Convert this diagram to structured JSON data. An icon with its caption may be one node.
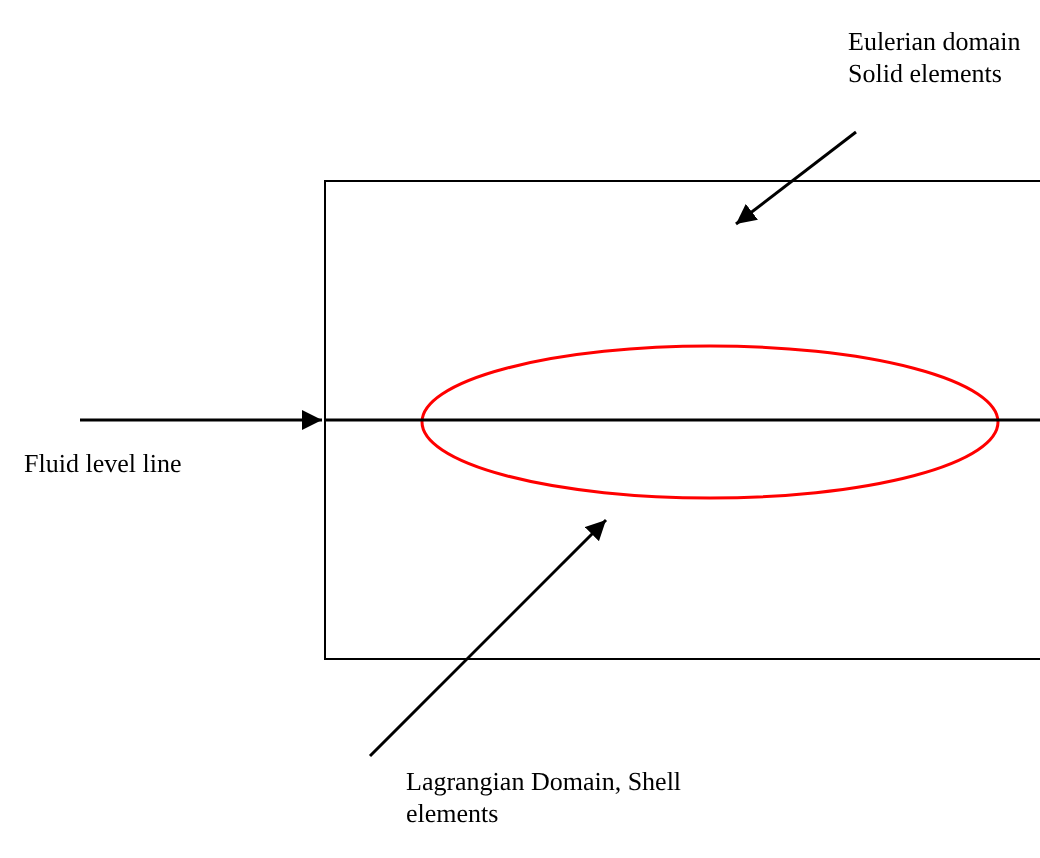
{
  "diagram": {
    "nodes": [
      {
        "text": [
          "Eulerian domain Solid elements"
        ]
      },
      {
        "text": [],
        "shape": "box"
      },
      {
        "text": [],
        "shape": "ellipse",
        "in": 1
      },
      {
        "text": [
          "Fluid level line"
        ]
      },
      {
        "text": [
          "Lagrangian Domain, Shell elements"
        ]
      }
    ],
    "edges": [
      {
        "from": 0,
        "to": 1,
        "arrow": "to"
      },
      {
        "from": 3,
        "to": 1,
        "arrow": "to"
      },
      {
        "from": 4,
        "to": 2,
        "arrow": "to"
      }
    ]
  }
}
